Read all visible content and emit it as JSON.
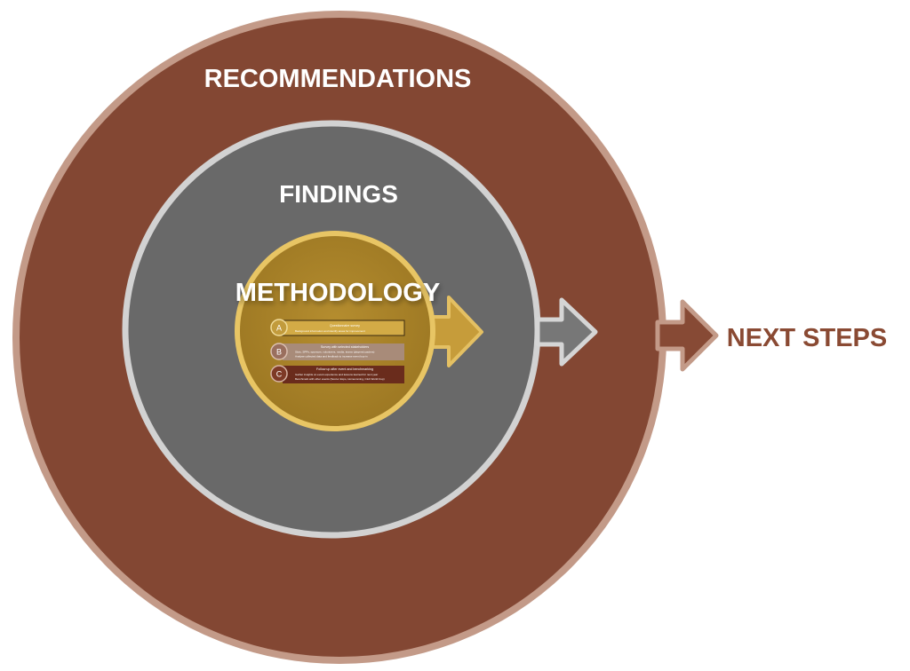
{
  "diagram": {
    "outer_label": "RECOMMENDATIONS",
    "middle_label": "FINDINGS",
    "inner_label": "METHODOLOGY",
    "next_steps_label": "NEXT STEPS",
    "colors": {
      "outer_fill": "#834733",
      "outer_border": "#c39a88",
      "middle_fill": "#696969",
      "middle_border": "#d2d2d2",
      "inner_fill": "#a98329",
      "inner_border": "#e8c564",
      "next_steps_text": "#8a4a33"
    },
    "methodology_items": [
      {
        "letter": "A",
        "heading": "Questionnaire survey",
        "lines": [
          "Background information and identify areas for improvement"
        ]
      },
      {
        "letter": "B",
        "heading": "Survey with selected stakeholders",
        "lines": [
          "Slots, SPPs, sponsors, volunteers, media, teams (players/coaches)",
          "Analyse collected data and feedback to increase event buy-in"
        ]
      },
      {
        "letter": "C",
        "heading": "Follow up after event and benchmarking",
        "lines": [
          "Gather insights on event experience and lessons learned for next year",
          "Benchmark with other events (Soccer Expo, Homecoming, Club World Cup)"
        ]
      }
    ]
  }
}
